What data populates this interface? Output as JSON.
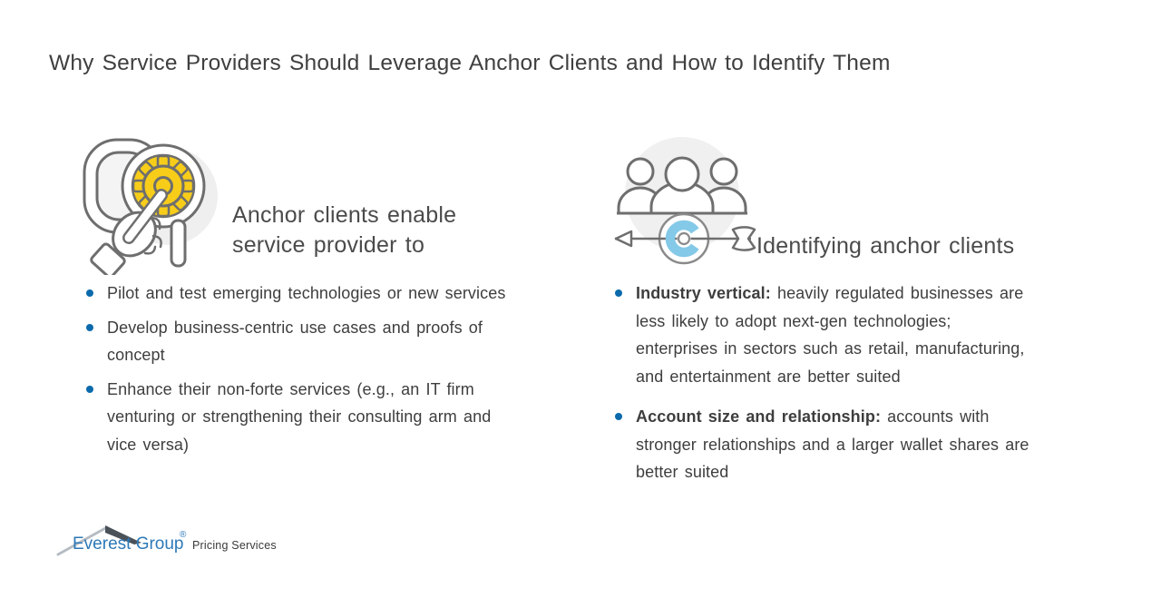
{
  "title": "Why Service Providers Should Leverage Anchor Clients and How to Identify Them",
  "sections": {
    "left": {
      "icon": "hand-pointing-gear-magnifier-icon",
      "heading_lines": [
        "Anchor clients enable",
        "service provider to"
      ],
      "bullets": [
        {
          "lines": [
            "Pilot and test emerging technologies or new services"
          ]
        },
        {
          "lines": [
            "Develop business-centric use cases and proofs of",
            "concept"
          ]
        },
        {
          "lines": [
            "Enhance their non-forte services (e.g., an IT firm",
            "venturing or strengthening their consulting arm and",
            "vice versa)"
          ]
        }
      ]
    },
    "right": {
      "icon": "audience-target-arrow-icon",
      "heading": "Identifying anchor clients",
      "bullets": [
        {
          "bold": "Industry vertical:",
          "rest": " heavily regulated businesses are",
          "lines": [
            "less likely to adopt next-gen technologies;",
            "enterprises in sectors such as retail, manufacturing,",
            "and entertainment are better suited"
          ]
        },
        {
          "bold": "Account size and relationship:",
          "rest": " accounts with",
          "lines": [
            "stronger relationships and a larger wallet shares are",
            "better suited"
          ]
        }
      ]
    }
  },
  "footer": {
    "brand": "Everest Group",
    "registered_mark": "®",
    "division": "Pricing Services"
  },
  "colors": {
    "bullet_blue": "#0b6aab",
    "icon_yellow": "#f7cd1a",
    "target_blue": "#84c9e8",
    "logo_blue": "#2d79b7",
    "icon_stroke_gray": "#6e6e6e",
    "icon_bg_gray": "#efefef",
    "text_gray": "#3e3e3e"
  }
}
